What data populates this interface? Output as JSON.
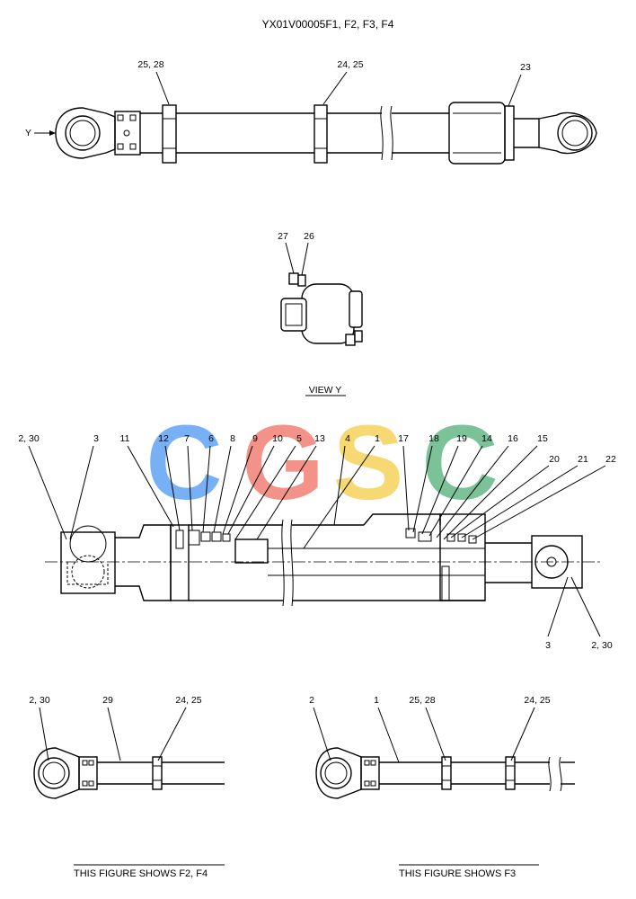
{
  "title": "YX01V00005F1, F2, F3, F4",
  "view_label": "VIEW  Y",
  "y_arrow_label": "Y",
  "captions": {
    "left": "THIS FIGURE SHOWS  F2, F4",
    "right": "THIS FIGURE SHOWS  F3"
  },
  "watermark": {
    "letters": [
      "C",
      "G",
      "S",
      "C"
    ],
    "colors": [
      "#6aa8f5",
      "#f2877c",
      "#f7d565",
      "#6ebc8e"
    ]
  },
  "top_view": {
    "callouts": [
      "25, 28",
      "24, 25",
      "23"
    ]
  },
  "view_y": {
    "callouts": [
      "27",
      "26"
    ]
  },
  "section": {
    "top_callouts": [
      "2, 30",
      "3",
      "11",
      "12",
      "7",
      "6",
      "8",
      "9",
      "10",
      "5",
      "13",
      "4",
      "1",
      "17",
      "18",
      "19",
      "14",
      "16",
      "15",
      "20",
      "21",
      "22"
    ],
    "bottom_callouts": [
      "3",
      "2, 30"
    ]
  },
  "fig_f2f4": {
    "callouts": [
      "2, 30",
      "29",
      "24, 25"
    ]
  },
  "fig_f3": {
    "callouts": [
      "2",
      "1",
      "25, 28",
      "24, 25"
    ]
  }
}
